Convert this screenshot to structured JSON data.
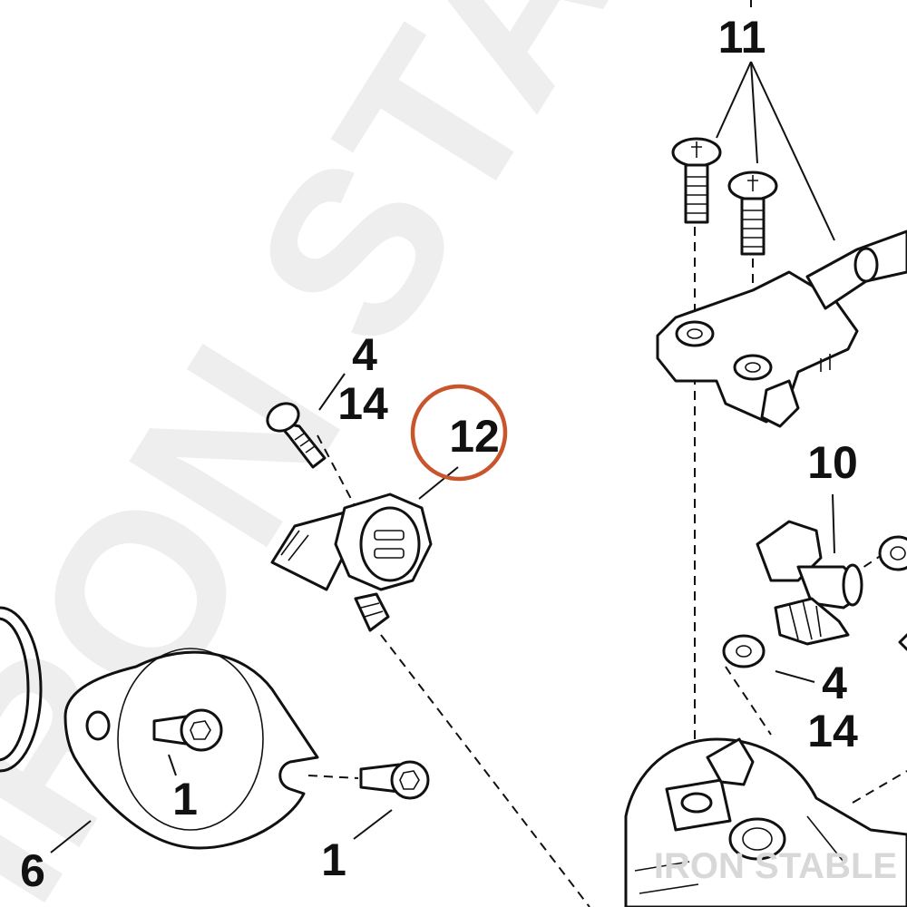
{
  "callouts": {
    "c11": "11",
    "c4_top": "4",
    "c14_top": "14",
    "c12": "12",
    "c10": "10",
    "c4_right": "4",
    "c14_right": "14",
    "c1_left": "1",
    "c1_bottom": "1",
    "c6": "6"
  },
  "watermark": {
    "background_text": "IRON STABLE",
    "corner_text": "IRON STABLE"
  },
  "colors": {
    "highlight_circle": "#c8552b",
    "line": "#111111",
    "watermark": "#e6e6e6"
  }
}
